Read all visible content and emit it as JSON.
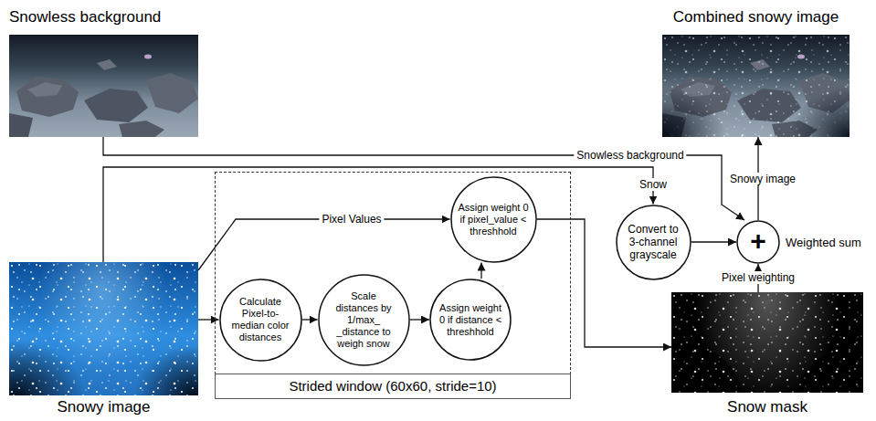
{
  "diagram": {
    "nodes": [
      {
        "text": [
          "Snowless background"
        ]
      },
      {
        "text": [
          "Combined snowy image"
        ]
      },
      {
        "text": [
          "Strided window (60x60, stride=10)"
        ]
      },
      {
        "text": [
          "Assign weight 0 if pixel_value < threshhold"
        ],
        "in": 2
      },
      {
        "text": [
          "Calculate Pixel-to-median color distances"
        ],
        "in": 2
      },
      {
        "text": [
          "Scale distances by 1/max_ _distance to weigh snow"
        ],
        "in": 2
      },
      {
        "text": [
          "Assign weight 0 if distance < threshhold"
        ],
        "in": 2
      },
      {
        "text": [
          "Snowy image"
        ]
      },
      {
        "text": [
          "Convert to 3-channel grayscale"
        ]
      },
      {
        "text": [
          "+",
          "Weighted sum"
        ]
      },
      {
        "text": [
          "Snow mask"
        ]
      }
    ],
    "edges": [
      {
        "from": 0,
        "to": 9,
        "arrow": "to",
        "label": "Snowless background"
      },
      {
        "from": 7,
        "to": 8,
        "arrow": "to",
        "label": "Snow"
      },
      {
        "from": 7,
        "to": 3,
        "arrow": "to",
        "label": "Pixel Values"
      },
      {
        "from": 7,
        "to": 4,
        "arrow": "to"
      },
      {
        "from": 4,
        "to": 5,
        "arrow": "to"
      },
      {
        "from": 5,
        "to": 6,
        "arrow": "to"
      },
      {
        "from": 6,
        "to": 3,
        "arrow": "to"
      },
      {
        "from": 3,
        "to": 10,
        "arrow": "to"
      },
      {
        "from": 8,
        "to": 9,
        "arrow": "to"
      },
      {
        "from": 10,
        "to": 9,
        "arrow": "to",
        "label": "Pixel weighting"
      },
      {
        "from": 9,
        "to": 1,
        "arrow": "to",
        "label": "Snowy image"
      }
    ]
  }
}
